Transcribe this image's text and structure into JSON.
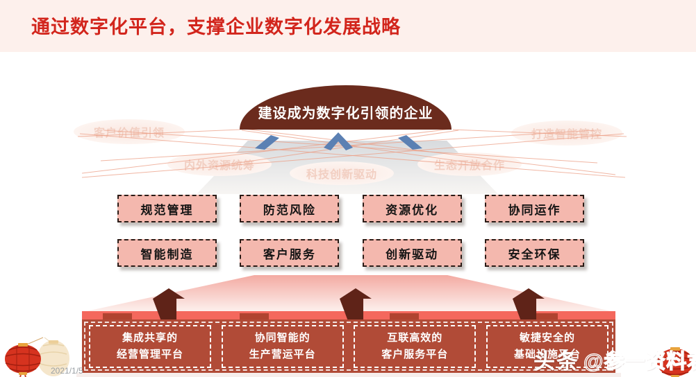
{
  "header": {
    "title": "通过数字化平台，支撑企业数字化发展战略"
  },
  "vision": {
    "label": "建设成为数字化引领的企业"
  },
  "faded_labels": {
    "customer_value": "客户价值引领",
    "smart_control": "打造智能管控",
    "resources": "内外资源统筹",
    "tech_innovation": "科技创新驱动",
    "ecosystem": "生态开放合作"
  },
  "capabilities": {
    "row1": [
      "规范管理",
      "防范风险",
      "资源优化",
      "协同运作"
    ],
    "row2": [
      "智能制造",
      "客户服务",
      "创新驱动",
      "安全环保"
    ]
  },
  "platforms": [
    {
      "line1": "集成共享的",
      "line2": "经营管理平台"
    },
    {
      "line1": "协同智能的",
      "line2": "生产营运平台"
    },
    {
      "line1": "互联高效的",
      "line2": "客户服务平台"
    },
    {
      "line1": "敏捷安全的",
      "line2": "基础设施平台"
    }
  ],
  "footer": {
    "date": "2021/1/5"
  },
  "watermark": {
    "brand": "头条",
    "handle": "@参一资料君"
  },
  "colors": {
    "title_red": "#d2251c",
    "dome_brown": "#6b2b1d",
    "box_pink": "#f4b8ae",
    "platform_red": "#b14b37",
    "band_salmon": "#f4685d",
    "arrow_brown": "#5f2318",
    "accent_blue": "#5b80b3",
    "line_orange": "#ec9e85"
  }
}
